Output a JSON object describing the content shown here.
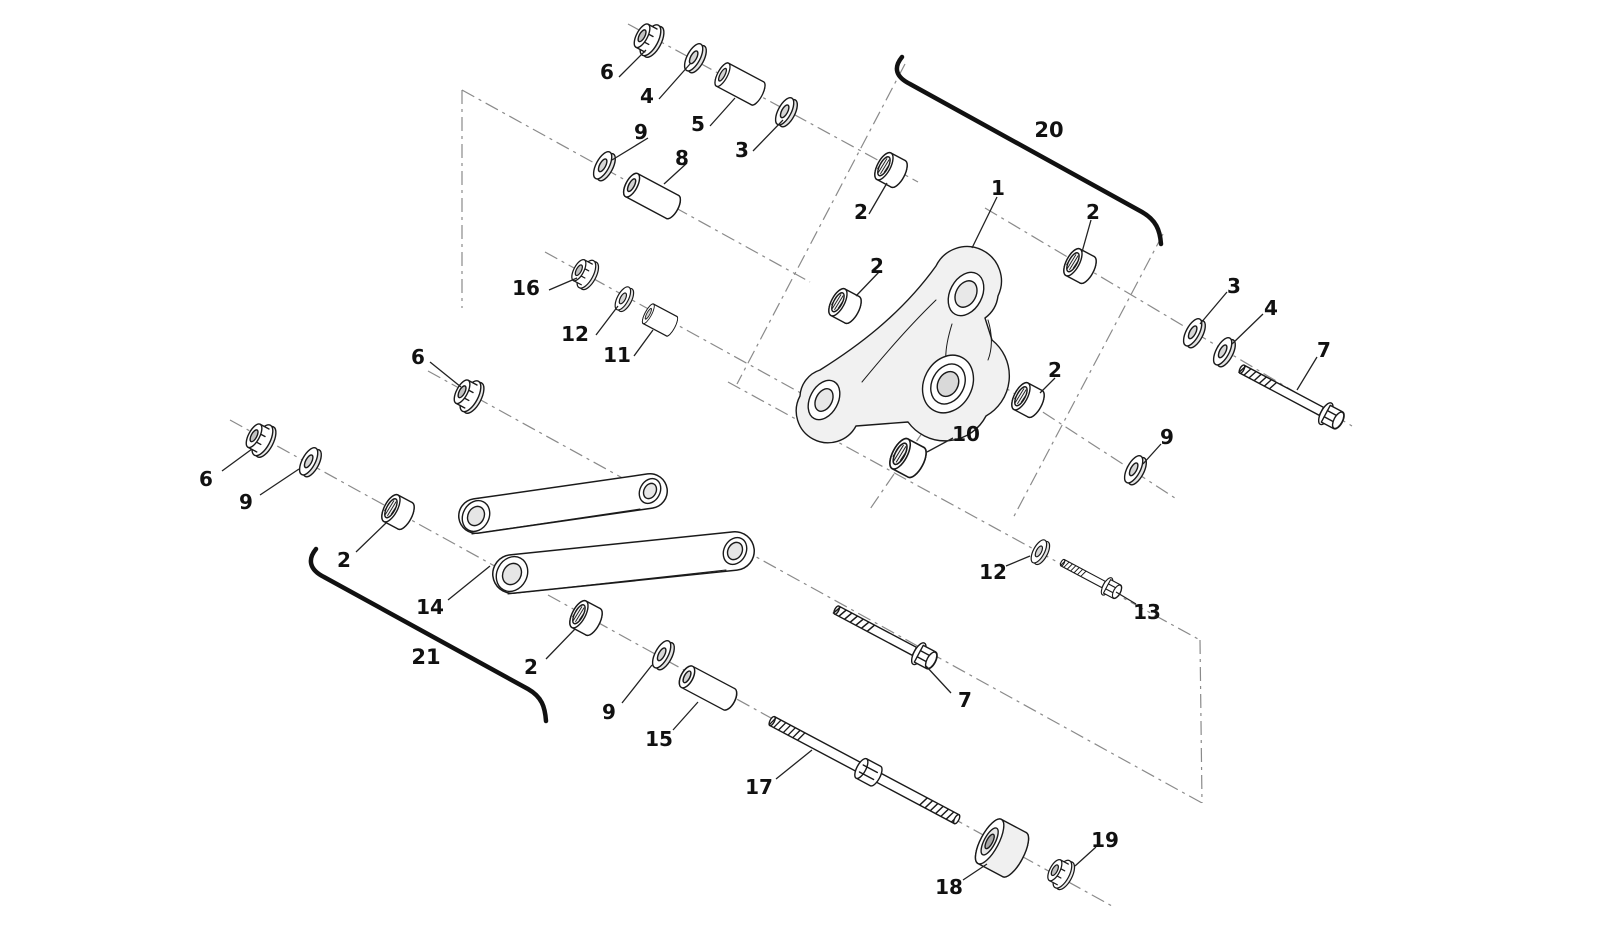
{
  "figure": {
    "kind": "exploded-parts-diagram",
    "subject": "suspension-linkage-assembly",
    "background": "#ffffff",
    "line_color": "#1a1a1a",
    "centerline_color": "#8a8a8a",
    "callouts": [
      "6",
      "4",
      "5",
      "3",
      "9",
      "8",
      "2",
      "20",
      "1",
      "2",
      "2",
      "3",
      "4",
      "7",
      "2",
      "10",
      "9",
      "16",
      "12",
      "11",
      "6",
      "6",
      "9",
      "2",
      "14",
      "21",
      "2",
      "9",
      "15",
      "17",
      "7",
      "12",
      "13",
      "18",
      "19"
    ]
  }
}
